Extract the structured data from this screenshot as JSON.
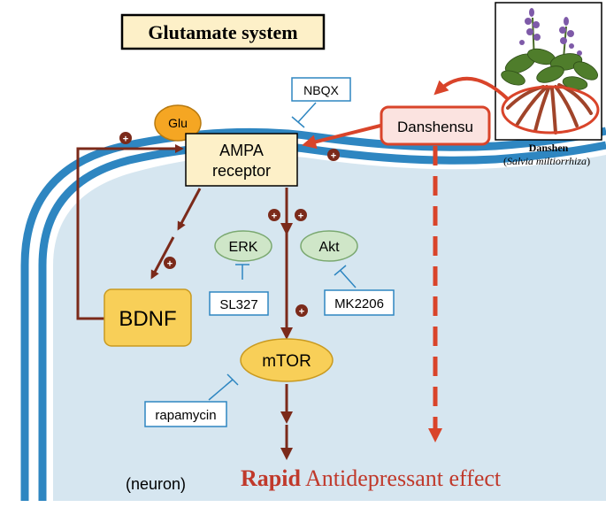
{
  "title": "Glutamate system",
  "nodes": {
    "glu": "Glu",
    "ampa_line1": "AMPA",
    "ampa_line2": "receptor",
    "danshensu": "Danshensu",
    "erk": "ERK",
    "akt": "Akt",
    "bdnf": "BDNF",
    "mtor": "mTOR"
  },
  "inhibitors": {
    "nbqx": "NBQX",
    "sl327": "SL327",
    "mk2206": "MK2206",
    "rapamycin": "rapamycin"
  },
  "plant": {
    "name": "Danshen",
    "latin": "Salvia miltiorrhiza"
  },
  "neuron_label": "(neuron)",
  "effect": {
    "bold": "Rapid",
    "rest": "Antidepressant effect"
  },
  "plus_sign": "+",
  "colors": {
    "arrow": "#7b2a1a",
    "danshensu_arrow": "#d9442a",
    "membrane": "#2e86c1",
    "cell_fill": "#d6e6f0",
    "inhibitor": "#2e86c1",
    "node_yellow": "#f8cf58",
    "node_green": "#cfe6c8",
    "effect_red": "#c0392b"
  }
}
